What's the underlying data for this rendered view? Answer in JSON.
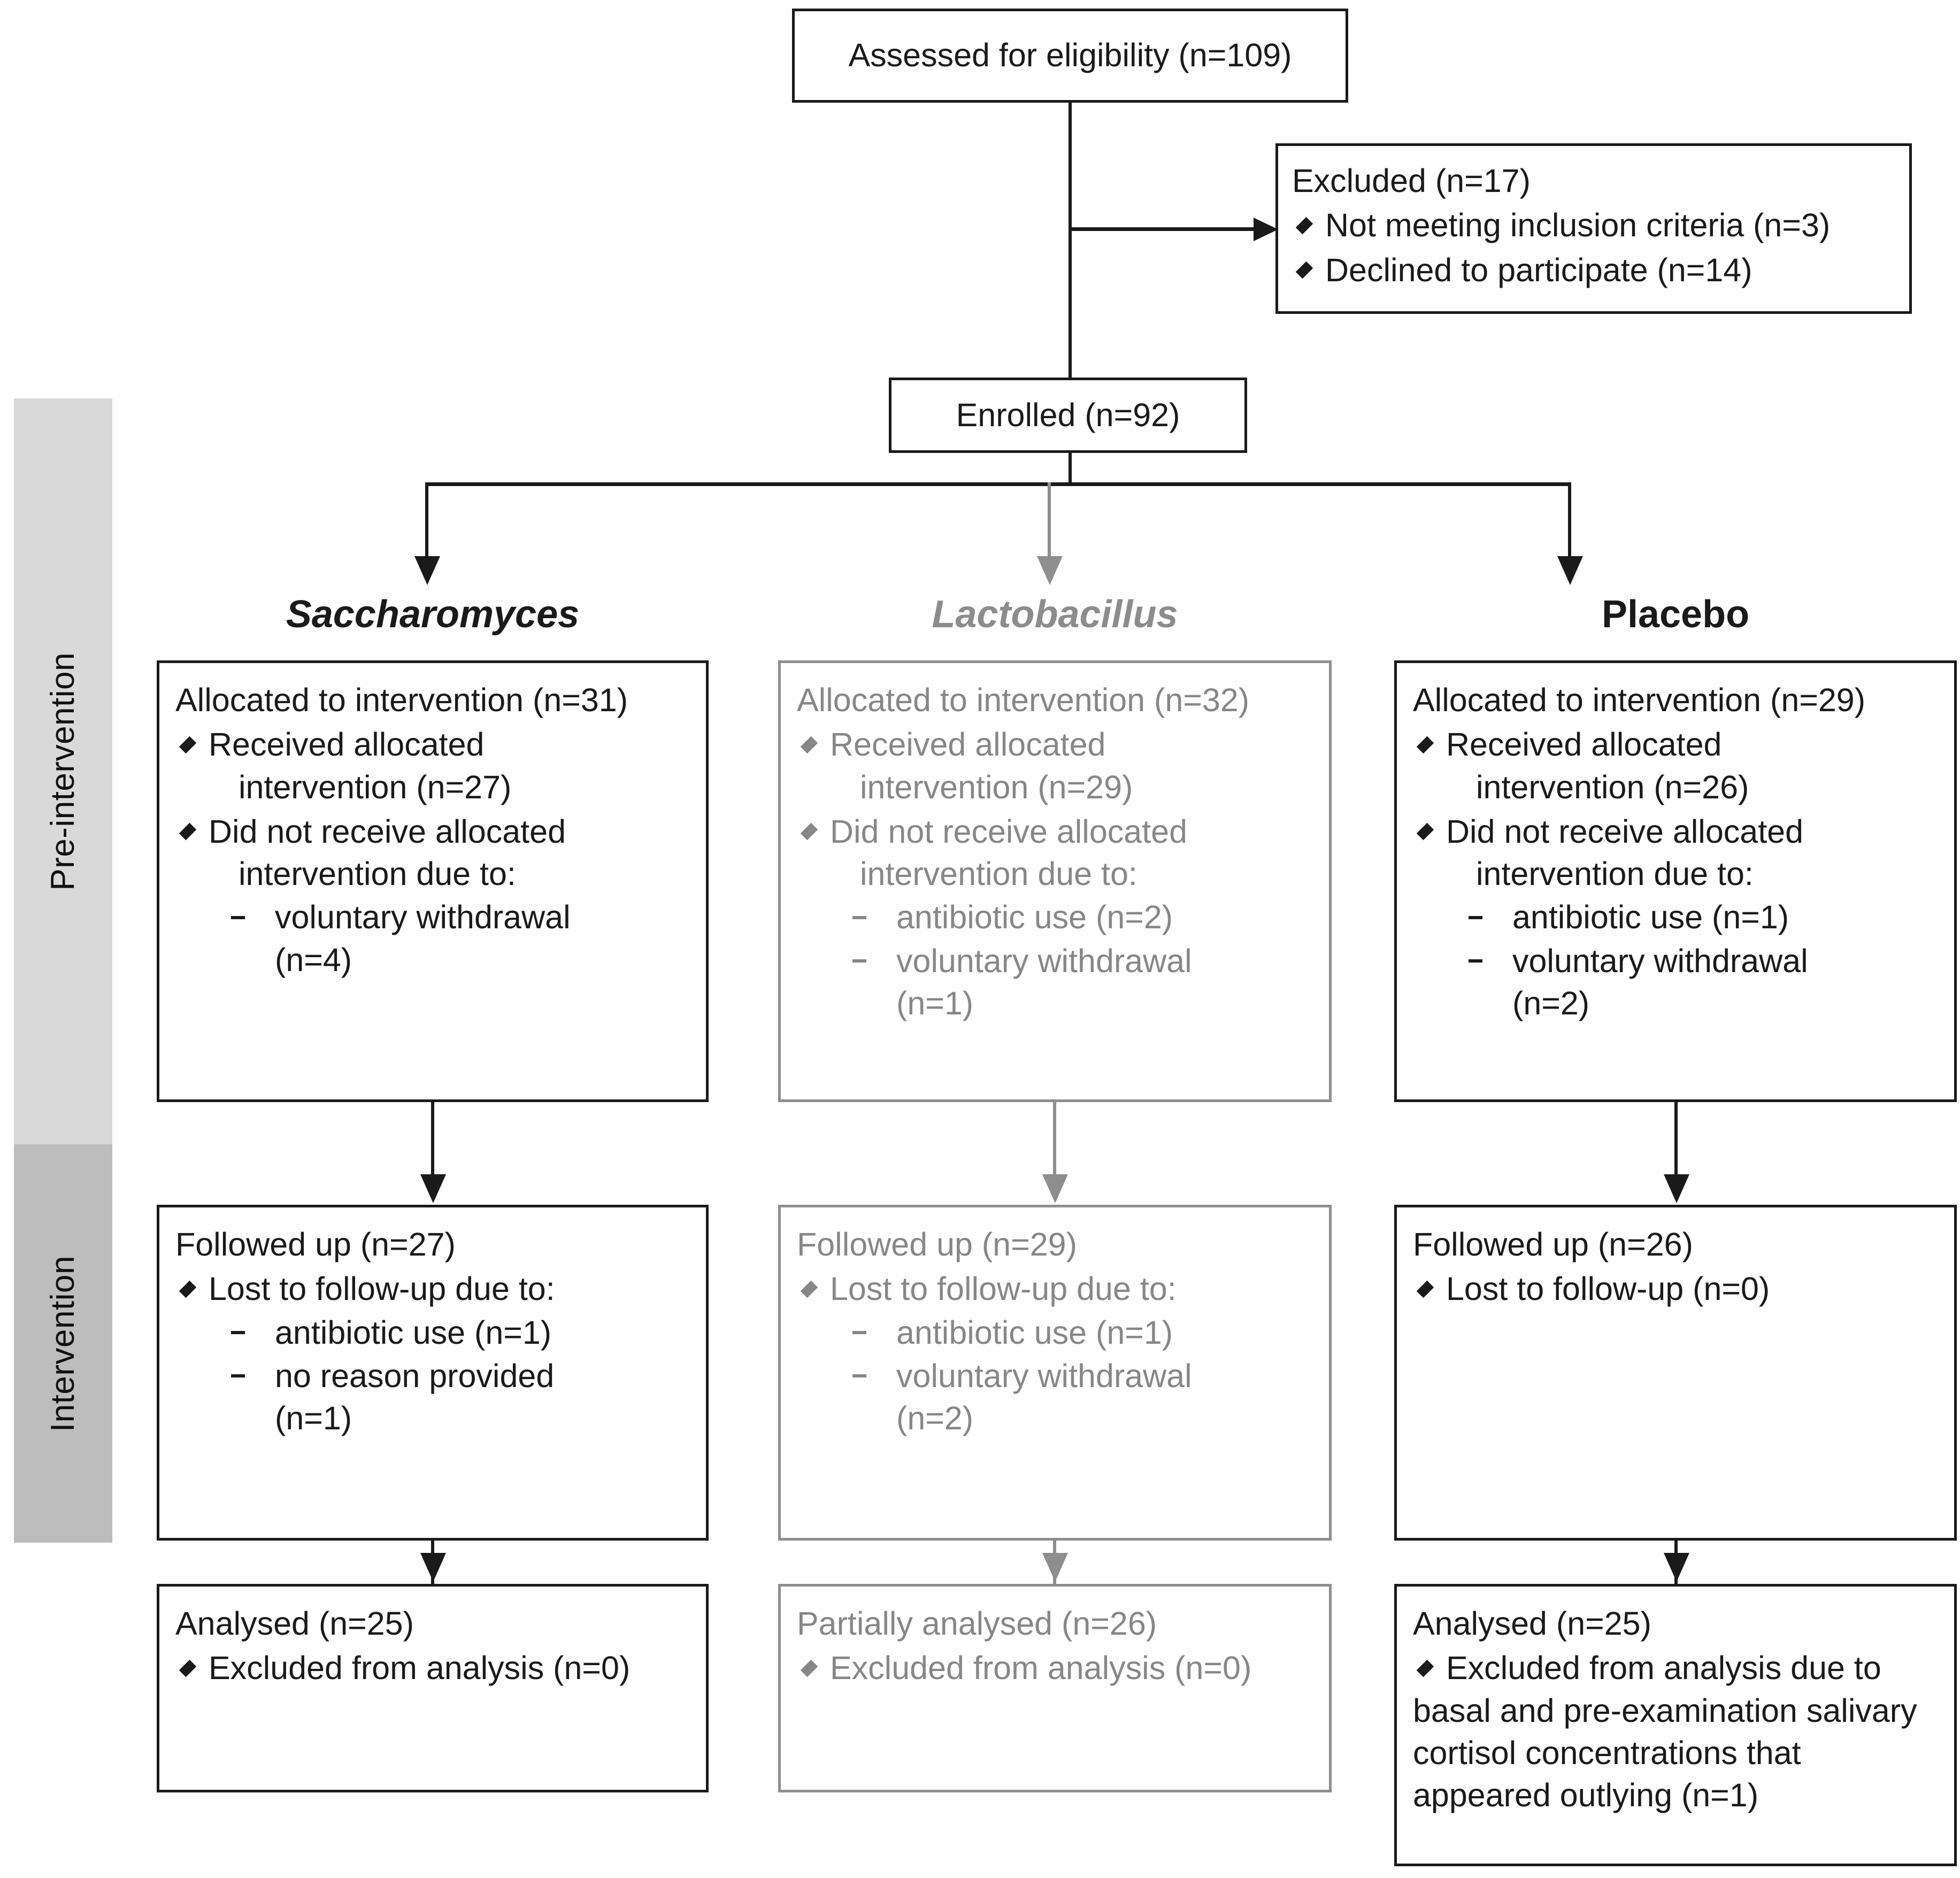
{
  "phases": {
    "pre": "Pre-intervention",
    "intervention": "Intervention"
  },
  "enrollment": {
    "assessed": "Assessed for eligibility (n=109)",
    "excluded_title": "Excluded  (n=17)",
    "excluded_items": [
      "Not meeting inclusion criteria (n=3)",
      "Declined to participate (n=14)"
    ],
    "enrolled": "Enrolled (n=92)"
  },
  "groups": [
    {
      "name": "Saccharomyces",
      "style": "bold-italic-black",
      "allocation": {
        "title": "Allocated to intervention (n=31)",
        "bullets": [
          {
            "lead": "Received allocated",
            "cont": "intervention (n=27)",
            "dashes": []
          },
          {
            "lead": "Did not receive allocated",
            "cont": "intervention due to:",
            "dashes": [
              {
                "text": "voluntary withdrawal",
                "cont": "(n=4)"
              }
            ]
          }
        ]
      },
      "followup": {
        "title": "Followed up (n=27)",
        "bullets": [
          {
            "lead": "Lost to follow-up due to:",
            "cont": "",
            "dashes": [
              {
                "text": "antibiotic use (n=1)",
                "cont": ""
              },
              {
                "text": "no reason provided",
                "cont": "(n=1)"
              }
            ]
          }
        ]
      },
      "analysis": {
        "title": "Analysed (n=25)",
        "bullets": [
          {
            "lead": "Excluded from analysis (n=0)",
            "cont": "",
            "dashes": []
          }
        ]
      }
    },
    {
      "name": "Lactobacillus",
      "style": "bold-italic-gray",
      "allocation": {
        "title": "Allocated to intervention (n=32)",
        "bullets": [
          {
            "lead": "Received allocated",
            "cont": "intervention (n=29)",
            "dashes": []
          },
          {
            "lead": "Did not receive allocated",
            "cont": "intervention due to:",
            "dashes": [
              {
                "text": "antibiotic use (n=2)",
                "cont": ""
              },
              {
                "text": "voluntary withdrawal",
                "cont": "(n=1)"
              }
            ]
          }
        ]
      },
      "followup": {
        "title": "Followed up (n=29)",
        "bullets": [
          {
            "lead": "Lost to follow-up due to:",
            "cont": "",
            "dashes": [
              {
                "text": "antibiotic use (n=1)",
                "cont": ""
              },
              {
                "text": "voluntary withdrawal",
                "cont": "(n=2)"
              }
            ]
          }
        ]
      },
      "analysis": {
        "title": "Partially analysed (n=26)",
        "bullets": [
          {
            "lead": "Excluded from analysis (n=0)",
            "cont": "",
            "dashes": []
          }
        ]
      }
    },
    {
      "name": "Placebo",
      "style": "bold-black",
      "allocation": {
        "title": "Allocated to intervention (n=29)",
        "bullets": [
          {
            "lead": "Received allocated",
            "cont": "intervention (n=26)",
            "dashes": []
          },
          {
            "lead": "Did not receive allocated",
            "cont": "intervention due to:",
            "dashes": [
              {
                "text": "antibiotic use (n=1)",
                "cont": ""
              },
              {
                "text": "voluntary withdrawal",
                "cont": "(n=2)"
              }
            ]
          }
        ]
      },
      "followup": {
        "title": "Followed up (n=26)",
        "bullets": [
          {
            "lead": "Lost to follow-up (n=0)",
            "cont": "",
            "dashes": []
          }
        ]
      },
      "analysis": {
        "title": "Analysed (n=25)",
        "bullets": [
          {
            "lead": "Excluded from analysis due to",
            "cont": "basal and pre-examination\nsalivary cortisol concentrations\nthat appeared outlying (n=1)",
            "dashes": []
          }
        ]
      }
    }
  ],
  "colors": {
    "black": "#1a1a1a",
    "gray_stroke": "#8e8e8e",
    "gray_text": "#878787",
    "band_pre": "#d9d9d9",
    "band_intervention": "#bdbdbd"
  }
}
